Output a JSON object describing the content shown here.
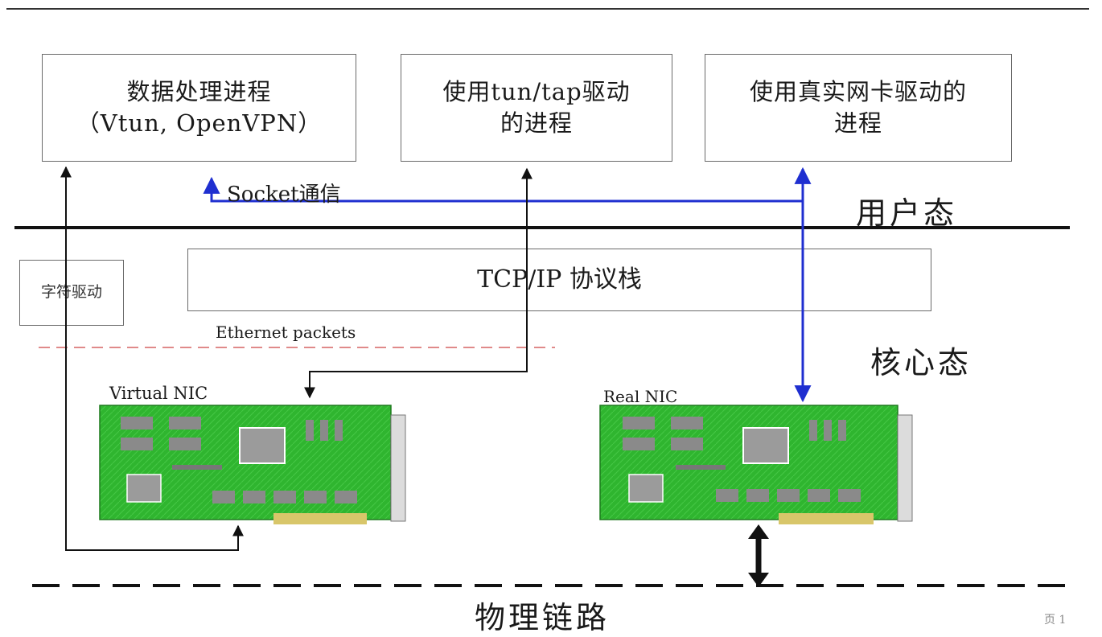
{
  "processes": {
    "data_process": {
      "line1": "数据处理进程",
      "line2": "（Vtun, OpenVPN）"
    },
    "tun_tap_process": {
      "line1": "使用tun/tap驱动",
      "line2": "的进程"
    },
    "real_nic_process": {
      "line1": "使用真实网卡驱动的",
      "line2": "进程"
    }
  },
  "labels": {
    "socket": "Socket通信",
    "user_mode": "用户态",
    "kernel_mode": "核心态",
    "tcpip_stack": "TCP/IP 协议栈",
    "char_driver": "字符驱动",
    "ethernet_packets": "Ethernet packets",
    "virtual_nic": "Virtual NIC",
    "real_nic": "Real NIC",
    "physical_link": "物理链路",
    "page_number": "页 1"
  },
  "colors": {
    "socket_line": "#1f2fd0",
    "boundary": "#111111",
    "ethernet_dash": "#e08a8a",
    "card_green": "#2db02d"
  }
}
